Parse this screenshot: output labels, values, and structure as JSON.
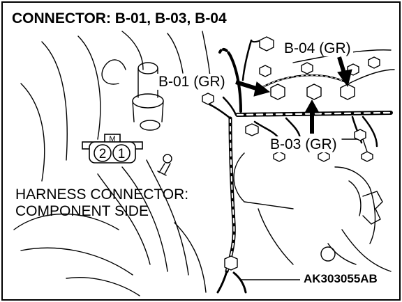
{
  "title": "CONNECTOR: B-01, B-03, B-04",
  "callouts": {
    "b04": "B-04 (GR)",
    "b01": "B-01 (GR)",
    "b03": "B-03 (GR)"
  },
  "harness_label": {
    "line1": "HARNESS CONNECTOR:",
    "line2": "COMPONENT SIDE"
  },
  "connector_key": {
    "tab": "M",
    "pin_left": "2",
    "pin_right": "1"
  },
  "figure_code": "AK303055AB",
  "colors": {
    "ink": "#000000",
    "paper": "#ffffff"
  }
}
